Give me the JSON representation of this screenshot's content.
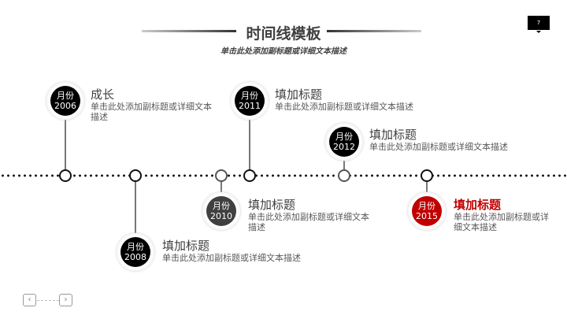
{
  "header": {
    "title": "时间线模板",
    "subtitle": "单击此处添加副标题或详细文本描述",
    "page_number": "7"
  },
  "events": [
    {
      "month": "月份",
      "year": "2006",
      "title": "成长",
      "desc": "单击此处添加副标题或详细文本描述"
    },
    {
      "month": "月份",
      "year": "2008",
      "title": "填加标题",
      "desc": "单击此处添加副标题或详细文本描述"
    },
    {
      "month": "月份",
      "year": "2010",
      "title": "填加标题",
      "desc": "单击此处添加副标题或详细文本描述"
    },
    {
      "month": "月份",
      "year": "2011",
      "title": "填加标题",
      "desc": "单击此处添加副标题或详细文本描述"
    },
    {
      "month": "月份",
      "year": "2012",
      "title": "填加标题",
      "desc": "单击此处添加副标题或详细文本描述"
    },
    {
      "month": "月份",
      "year": "2015",
      "title": "填加标题",
      "desc": "单击此处添加副标题或详细文本描述"
    }
  ],
  "nav": {
    "prev": "‹",
    "next": "›"
  },
  "colors": {
    "accent": "#c00000",
    "dark": "#000000"
  }
}
